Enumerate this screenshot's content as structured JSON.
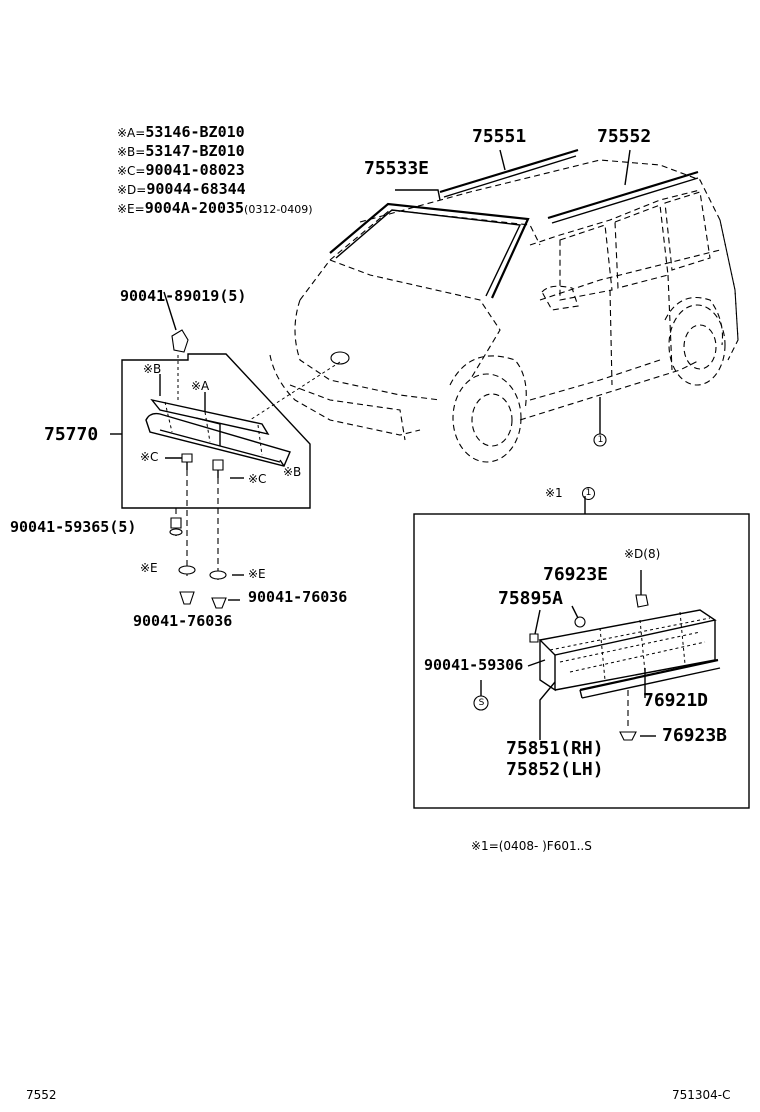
{
  "notes": [
    {
      "key": "※A=",
      "part": "53146-BZ010",
      "suffix": ""
    },
    {
      "key": "※B=",
      "part": "53147-BZ010",
      "suffix": ""
    },
    {
      "key": "※C=",
      "part": "90041-08023",
      "suffix": ""
    },
    {
      "key": "※D=",
      "part": "90044-68344",
      "suffix": ""
    },
    {
      "key": "※E=",
      "part": "9004A-20035",
      "suffix": "(0312-0409)"
    }
  ],
  "parts": {
    "p75551": "75551",
    "p75552": "75552",
    "p75533e": "75533E",
    "p90041_89019": "90041-89019(5)",
    "p75770": "75770",
    "p90041_59365": "90041-59365(5)",
    "p90041_76036_right": "90041-76036",
    "p90041_76036_bottom": "90041-76036",
    "p76923e": "76923E",
    "p75895a": "75895A",
    "p90041_59306": "90041-59306",
    "p76921d": "76921D",
    "p76923b": "76923B",
    "p75851": "75851(RH)",
    "p75852": "75852(LH)"
  },
  "markers": {
    "b_top": "※B",
    "a_top": "※A",
    "c_left": "※C",
    "c_right": "※C",
    "b_right": "※B",
    "e_left": "※E",
    "e_right": "※E",
    "d8": "※D(8)",
    "x1": "※1",
    "circle1_car": "1",
    "circle1_box": "1",
    "s_circle": "S"
  },
  "footnote": "※1=(0408-    )F601..S",
  "footer": {
    "left": "7552",
    "right": "751304-C"
  }
}
